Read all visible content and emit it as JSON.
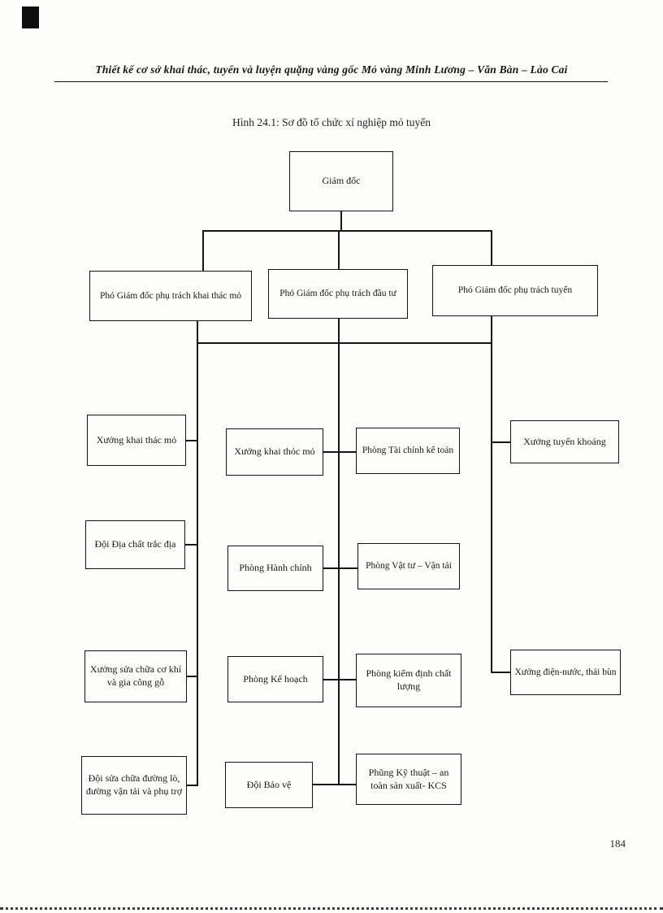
{
  "document": {
    "header_title": "Thiết kế cơ sở khai thác, tuyển và luyện quặng vàng gốc Mỏ vàng Minh Lương – Văn Bàn – Lào Cai",
    "figure_caption": "Hình 24.1: Sơ đồ tổ chức xí nghiệp mỏ tuyển",
    "page_number": "184"
  },
  "org_chart": {
    "type": "org-hierarchy",
    "director": "Giám đốc",
    "deputies": [
      "Phó Giám đốc phụ trách khai thác mỏ",
      "Phó Giám đốc phụ trách đầu tư",
      "Phó Giám đốc phụ trách tuyển"
    ],
    "mining_units": [
      "Xưởng khai thác mỏ",
      "Đội Địa chất trắc địa",
      "Xưởng sửa chữa cơ khí và gia công gỗ",
      "Đội sửa chữa đường lò, đường vận tải và phụ trợ"
    ],
    "central_units_left": [
      "Xưởng khai thỏc mỏ",
      "Phòng Hành chính",
      "Phòng Kế hoạch",
      "Đội Bảo vệ"
    ],
    "central_units_right": [
      "Phòng Tài chính kế toán",
      "Phòng Vật tư – Vận tải",
      "Phòng kiểm định chất lượng",
      "Phũng Kỹ thuật – an toàn sản xuất- KCS"
    ],
    "processing_units": [
      "Xưởng tuyển khoáng",
      "Xưởng điện-nước, thải bùn"
    ]
  }
}
